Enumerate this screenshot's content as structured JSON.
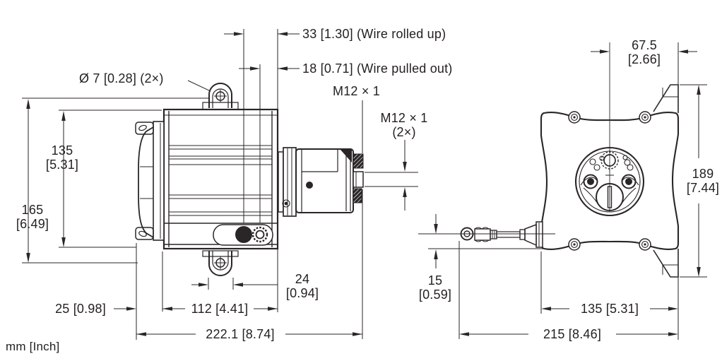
{
  "units_label": "mm [Inch]",
  "side_view": {
    "wire_rolled_up": "33 [1.30] (Wire rolled up)",
    "wire_pulled_out": "18 [0.71] (Wire pulled out)",
    "connector_thread": "M12 × 1",
    "connector_thread_2x_line1": "M12 × 1",
    "connector_thread_2x_line2": "(2×)",
    "mounting_hole_dia": "Ø 7 [0.28] (2×)",
    "body_height_mm": "135",
    "body_height_inch": "[5.31]",
    "lug_span_mm": "165",
    "lug_span_inch": "[6.49]",
    "cap_depth": "25 [0.98]",
    "body_length": "112 [4.41]",
    "lug_width_mm": "24",
    "lug_width_inch": "[0.94]",
    "overall_length": "222.1 [8.74]"
  },
  "rear_view": {
    "center_offset_mm": "67.5",
    "center_offset_inch": "[2.66]",
    "overall_height_mm": "189",
    "overall_height_inch": "[7.44]",
    "wire_offset_mm": "15",
    "wire_offset_inch": "[0.59]",
    "mounting_width": "135 [5.31]",
    "overall_width": "215 [8.46]"
  },
  "colors": {
    "line": "#2a2627",
    "background": "#ffffff"
  }
}
